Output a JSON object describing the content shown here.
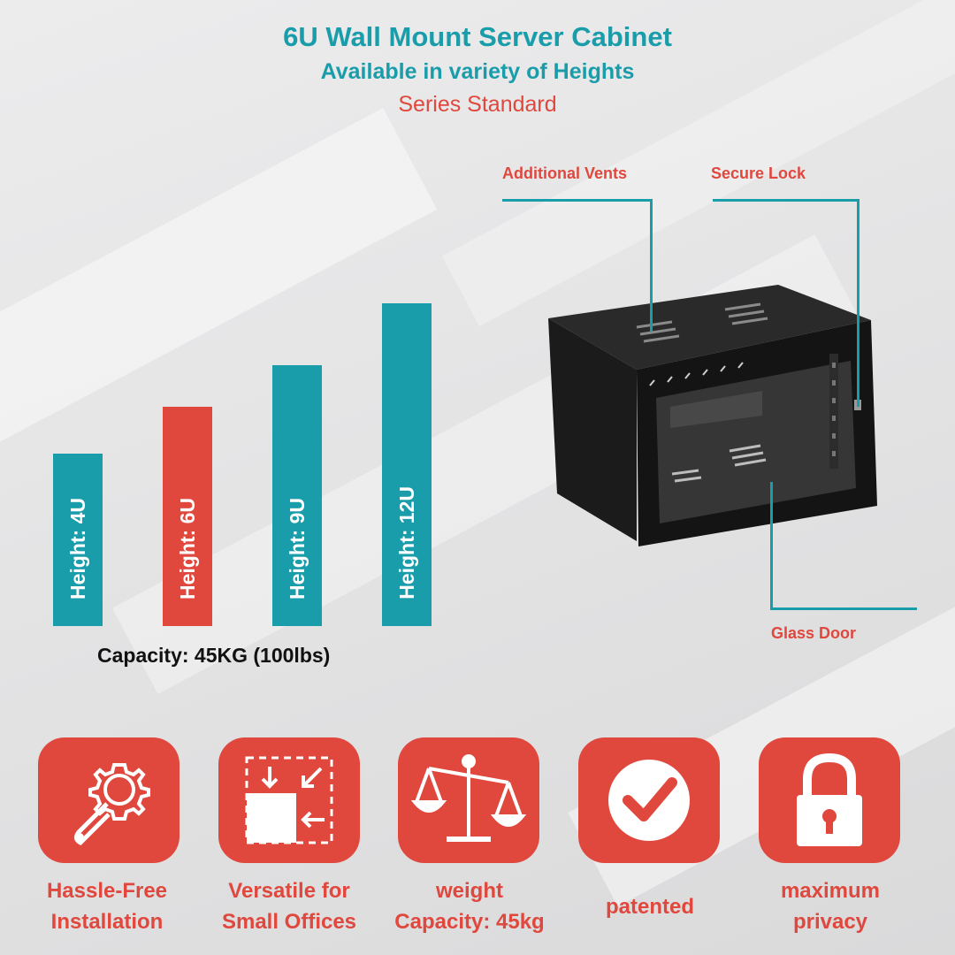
{
  "header": {
    "title": "6U Wall Mount Server Cabinet",
    "subtitle": "Available in variety of Heights",
    "series": "Series Standard"
  },
  "bars": [
    {
      "label": "Height: 4U",
      "color": "#1a9dab"
    },
    {
      "label": "Height: 6U",
      "color": "#e0473d"
    },
    {
      "label": "Height: 9U",
      "color": "#1a9dab"
    },
    {
      "label": "Height: 12U",
      "color": "#1a9dab"
    }
  ],
  "capacity": "Capacity: 45KG (100lbs)",
  "callouts": {
    "vents": "Additional Vents",
    "lock": "Secure Lock",
    "door": "Glass Door"
  },
  "features": [
    {
      "line1": "Hassle-Free",
      "line2": "Installation",
      "icon": "gear-wrench-icon"
    },
    {
      "line1": "Versatile for",
      "line2": "Small Offices",
      "icon": "resize-arrows-icon"
    },
    {
      "line1": "weight",
      "line2": "Capacity: 45kg",
      "icon": "balance-scale-icon"
    },
    {
      "line1": "patented",
      "line2": "",
      "icon": "checkmark-icon"
    },
    {
      "line1": "maximum",
      "line2": "privacy",
      "icon": "padlock-icon"
    }
  ],
  "colors": {
    "teal": "#1a9dab",
    "red": "#e0473d"
  }
}
